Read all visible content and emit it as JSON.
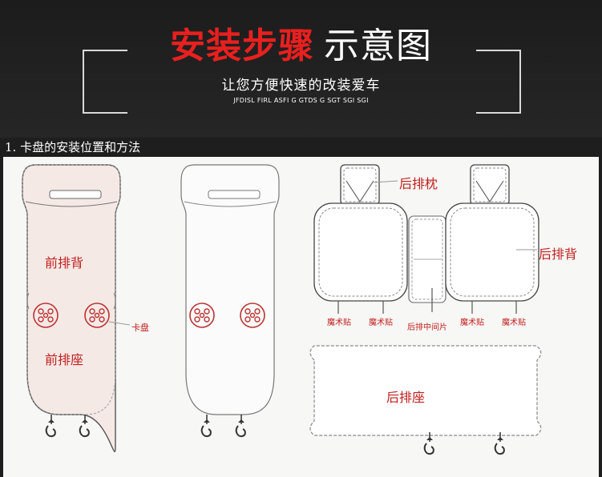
{
  "header": {
    "title_red": "安装步骤",
    "title_white": "示意图",
    "subtitle": "让您方便快速的改装爱车",
    "tiny_text": "JFDISL FIRL ASFI G  GTDS G SGT SGI SGI"
  },
  "section": {
    "title": "1. 卡盘的安装位置和方法"
  },
  "labels": {
    "front_back": "前排背",
    "front_seat": "前排座",
    "clip": "卡盘",
    "rear_headrest": "后排枕",
    "rear_back": "后排背",
    "velcro": "魔术贴",
    "rear_middle": "后排中间片",
    "rear_seat": "后排座"
  },
  "colors": {
    "accent": "#e8201f",
    "label": "#c0201e",
    "background": "#1e1e1e"
  }
}
